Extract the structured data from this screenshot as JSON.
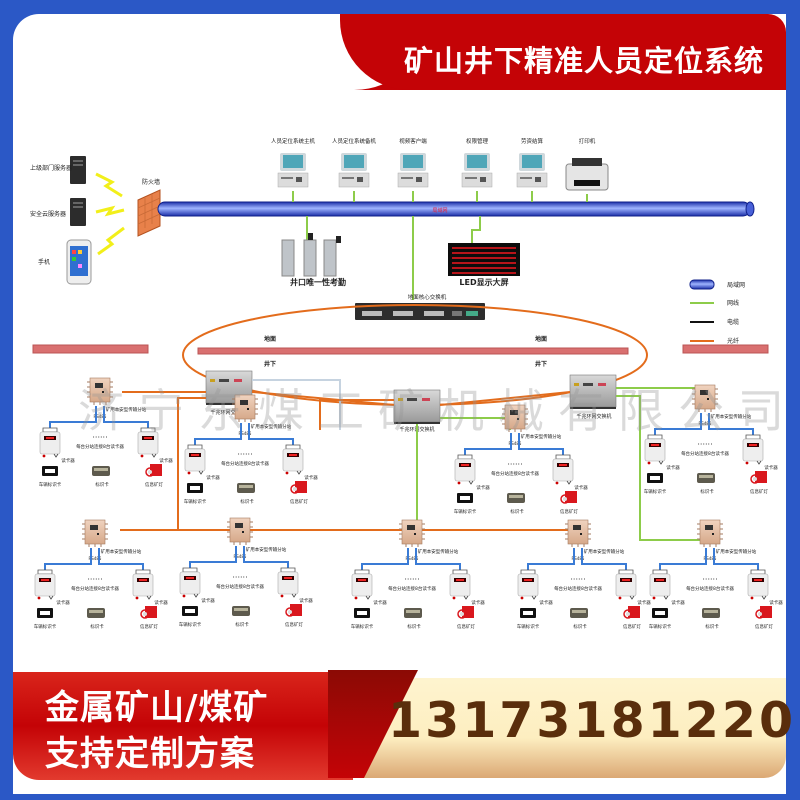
{
  "header": {
    "title": "矿山井下精准人员定位系统"
  },
  "top_left": {
    "devices": [
      {
        "label": "上级部门服务器",
        "icon": "server-icon"
      },
      {
        "label": "安全云服务器",
        "icon": "server-icon"
      },
      {
        "label": "手机",
        "icon": "phone-icon"
      }
    ],
    "firewall_label": "防火墙"
  },
  "lan": {
    "label": "局域网",
    "terminals": [
      {
        "label": "人员定位系统主机",
        "icon": "computer-icon"
      },
      {
        "label": "人员定位系统备机",
        "icon": "computer-icon"
      },
      {
        "label": "视频客户端",
        "icon": "computer-icon"
      },
      {
        "label": "权限管理",
        "icon": "computer-icon"
      },
      {
        "label": "劳资结算",
        "icon": "computer-icon"
      },
      {
        "label": "打印机",
        "icon": "printer-icon"
      }
    ],
    "gate_label": "井口唯一性考勤",
    "led_label": "LED显示大屏",
    "core_switch_label": "地面核心交换机"
  },
  "legend": [
    {
      "label": "局域网",
      "type": "lan"
    },
    {
      "label": "网线",
      "type": "network-cable",
      "color": "#8dcc4a"
    },
    {
      "label": "电缆",
      "type": "power-cable",
      "color": "#111111"
    },
    {
      "label": "光纤",
      "type": "fiber",
      "color": "#e36c1c"
    }
  ],
  "ground": {
    "surface_label": "地面",
    "underground_label": "井下"
  },
  "ring_switches": [
    {
      "label": "千兆环网交换机"
    },
    {
      "label": "千兆环网交换机"
    },
    {
      "label": "千兆环网交换机"
    }
  ],
  "substation": {
    "label": "矿用本安型传输分站",
    "bus_label": "RS485",
    "reader_label": "读卡器",
    "reader_note": "每台分站连接8台读卡器",
    "dots": "······",
    "items": [
      {
        "label": "车辆标识卡"
      },
      {
        "label": "标识卡"
      },
      {
        "label": "信息矿灯"
      }
    ]
  },
  "watermark": "济宁东煤工矿机械有限公司",
  "footer": {
    "line1": "金属矿山/煤矿",
    "line2": "支持定制方案",
    "phone": "13173181220"
  },
  "colors": {
    "frame_blue": "#2b58c6",
    "banner_red": "#c40306",
    "fiber_orange": "#e36c1c",
    "cable_green": "#8dcc4a",
    "rs485_blue": "#3a7bd5",
    "ground_bar": "#d97070",
    "phone_brown": "#5a2e0c"
  }
}
